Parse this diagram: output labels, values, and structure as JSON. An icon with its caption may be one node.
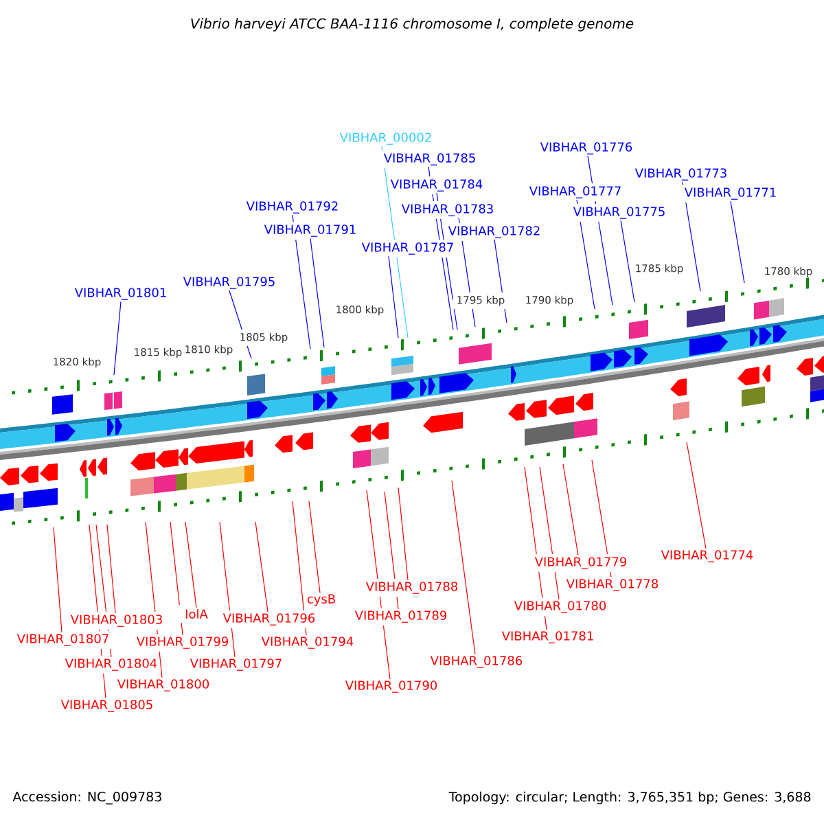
{
  "diagram": {
    "title": "Vibrio harveyi ATCC BAA-1116 chromosome I, complete genome",
    "nodes": [
      {
        "text": [
          "VIBHAR_01801"
        ]
      },
      {
        "text": [
          "VIBHAR_01795"
        ]
      },
      {
        "text": [
          "VIBHAR_01792"
        ]
      },
      {
        "text": [
          "VIBHAR_01791"
        ]
      },
      {
        "text": [
          "VIBHAR_01787"
        ]
      },
      {
        "text": [
          "VIBHAR_00002"
        ]
      },
      {
        "text": [
          "VIBHAR_01785"
        ]
      },
      {
        "text": [
          "VIBHAR_01784"
        ]
      },
      {
        "text": [
          "VIBHAR_01783"
        ]
      },
      {
        "text": [
          "VIBHAR_01782"
        ]
      },
      {
        "text": [
          "VIBHAR_01776"
        ]
      },
      {
        "text": [
          "VIBHAR_01777"
        ]
      },
      {
        "text": [
          "VIBHAR_01775"
        ]
      },
      {
        "text": [
          "VIBHAR_01773"
        ]
      },
      {
        "text": [
          "VIBHAR_01771"
        ]
      },
      {
        "text": [
          "VIBHAR_01807"
        ]
      },
      {
        "text": [
          "VIBHAR_01803"
        ]
      },
      {
        "text": [
          "VIBHAR_01804"
        ]
      },
      {
        "text": [
          "VIBHAR_01805"
        ]
      },
      {
        "text": [
          "VIBHAR_01800"
        ]
      },
      {
        "text": [
          "VIBHAR_01799"
        ]
      },
      {
        "text": [
          "IolA"
        ]
      },
      {
        "text": [
          "VIBHAR_01797"
        ]
      },
      {
        "text": [
          "VIBHAR_01796"
        ]
      },
      {
        "text": [
          "cysB"
        ]
      },
      {
        "text": [
          "VIBHAR_01794"
        ]
      },
      {
        "text": [
          "VIBHAR_01788"
        ]
      },
      {
        "text": [
          "VIBHAR_01789"
        ]
      },
      {
        "text": [
          "VIBHAR_01790"
        ]
      },
      {
        "text": [
          "VIBHAR_01786"
        ]
      },
      {
        "text": [
          "VIBHAR_01781"
        ]
      },
      {
        "text": [
          "VIBHAR_01780"
        ]
      },
      {
        "text": [
          "VIBHAR_01779"
        ]
      },
      {
        "text": [
          "VIBHAR_01778"
        ]
      },
      {
        "text": [
          "VIBHAR_01774"
        ]
      }
    ],
    "edges": [
      {
        "from": 0,
        "to": null,
        "arrow": "none",
        "color": "#0000ff"
      },
      {
        "from": 1,
        "to": null,
        "arrow": "none",
        "color": "#0000ff"
      },
      {
        "from": 2,
        "to": null,
        "arrow": "none",
        "color": "#0000ff"
      },
      {
        "from": 3,
        "to": null,
        "arrow": "none",
        "color": "#0000ff"
      },
      {
        "from": 4,
        "to": null,
        "arrow": "none",
        "color": "#0000ff"
      },
      {
        "from": 5,
        "to": null,
        "arrow": "none",
        "color": "#33ccff"
      },
      {
        "from": 6,
        "to": null,
        "arrow": "none",
        "color": "#0000ff"
      },
      {
        "from": 7,
        "to": null,
        "arrow": "none",
        "color": "#0000ff"
      },
      {
        "from": 8,
        "to": null,
        "arrow": "none",
        "color": "#0000ff"
      },
      {
        "from": 9,
        "to": null,
        "arrow": "none",
        "color": "#0000ff"
      },
      {
        "from": 10,
        "to": null,
        "arrow": "none",
        "color": "#0000ff"
      },
      {
        "from": 11,
        "to": null,
        "arrow": "none",
        "color": "#0000ff"
      },
      {
        "from": 12,
        "to": null,
        "arrow": "none",
        "color": "#0000ff"
      },
      {
        "from": 13,
        "to": null,
        "arrow": "none",
        "color": "#0000ff"
      },
      {
        "from": 14,
        "to": null,
        "arrow": "none",
        "color": "#0000ff"
      },
      {
        "from": 15,
        "to": null,
        "arrow": "none"
      },
      {
        "from": 16,
        "to": null,
        "arrow": "none"
      },
      {
        "from": 17,
        "to": null,
        "arrow": "none"
      },
      {
        "from": 18,
        "to": null,
        "arrow": "none"
      },
      {
        "from": 19,
        "to": null,
        "arrow": "none"
      },
      {
        "from": 20,
        "to": null,
        "arrow": "none"
      },
      {
        "from": 21,
        "to": null,
        "arrow": "none"
      },
      {
        "from": 22,
        "to": null,
        "arrow": "none"
      },
      {
        "from": 23,
        "to": null,
        "arrow": "none"
      },
      {
        "from": 24,
        "to": null,
        "arrow": "none"
      },
      {
        "from": 25,
        "to": null,
        "arrow": "none"
      },
      {
        "from": 26,
        "to": null,
        "arrow": "none"
      },
      {
        "from": 27,
        "to": null,
        "arrow": "none"
      },
      {
        "from": 28,
        "to": null,
        "arrow": "none"
      },
      {
        "from": 29,
        "to": null,
        "arrow": "none"
      },
      {
        "from": 30,
        "to": null,
        "arrow": "none"
      },
      {
        "from": 31,
        "to": null,
        "arrow": "none"
      },
      {
        "from": 32,
        "to": null,
        "arrow": "none"
      },
      {
        "from": 33,
        "to": null,
        "arrow": "none"
      },
      {
        "from": 34,
        "to": null,
        "arrow": "none"
      }
    ],
    "labels": [
      "1820 kbp",
      "1815 kbp",
      "1810 kbp",
      "1805 kbp",
      "1800 kbp",
      "1795 kbp",
      "1790 kbp",
      "1785 kbp",
      "1780 kbp",
      "Accession: NC_009783",
      "Topology: circular; Length: 3,765,351 bp; Genes: 3,688"
    ]
  }
}
